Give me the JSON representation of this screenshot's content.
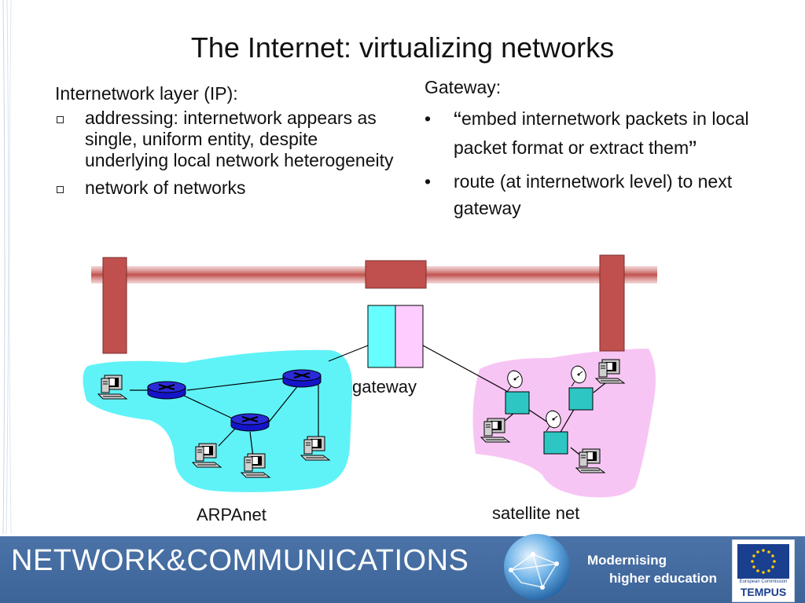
{
  "slide": {
    "title": "The Internet: virtualizing networks"
  },
  "left": {
    "heading": "Internetwork layer (IP):",
    "bullets": [
      "addressing: internetwork appears as single, uniform entity, despite underlying local network heterogeneity",
      "network of networks"
    ]
  },
  "right": {
    "heading": "Gateway:",
    "bullets": [
      {
        "open_quote": "“",
        "text": "embed internetwork packets in local packet format or extract them",
        "close_quote": "”"
      },
      {
        "text": "route (at internetwork level) to next gateway"
      }
    ]
  },
  "diagram": {
    "gateway_label": "gateway",
    "arpanet_label": "ARPAnet",
    "satellite_label": "satellite net",
    "colors": {
      "internet_bar": "#c0504d",
      "arpanet_cloud": "#5ff3f8",
      "satellite_cloud": "#f7c5f4",
      "router": "#1414c8",
      "gateway_left": "#66ffff",
      "gateway_right": "#ffccff",
      "satellite_box": "#2ec6c2"
    }
  },
  "footer": {
    "brand": "NETWORK&COMMUNICATIONS",
    "tagline_1": "Modernising",
    "tagline_2": "higher education",
    "eu_caption": "European Commission",
    "eu_brand": "TEMPUS",
    "background": "#4b73a8"
  }
}
